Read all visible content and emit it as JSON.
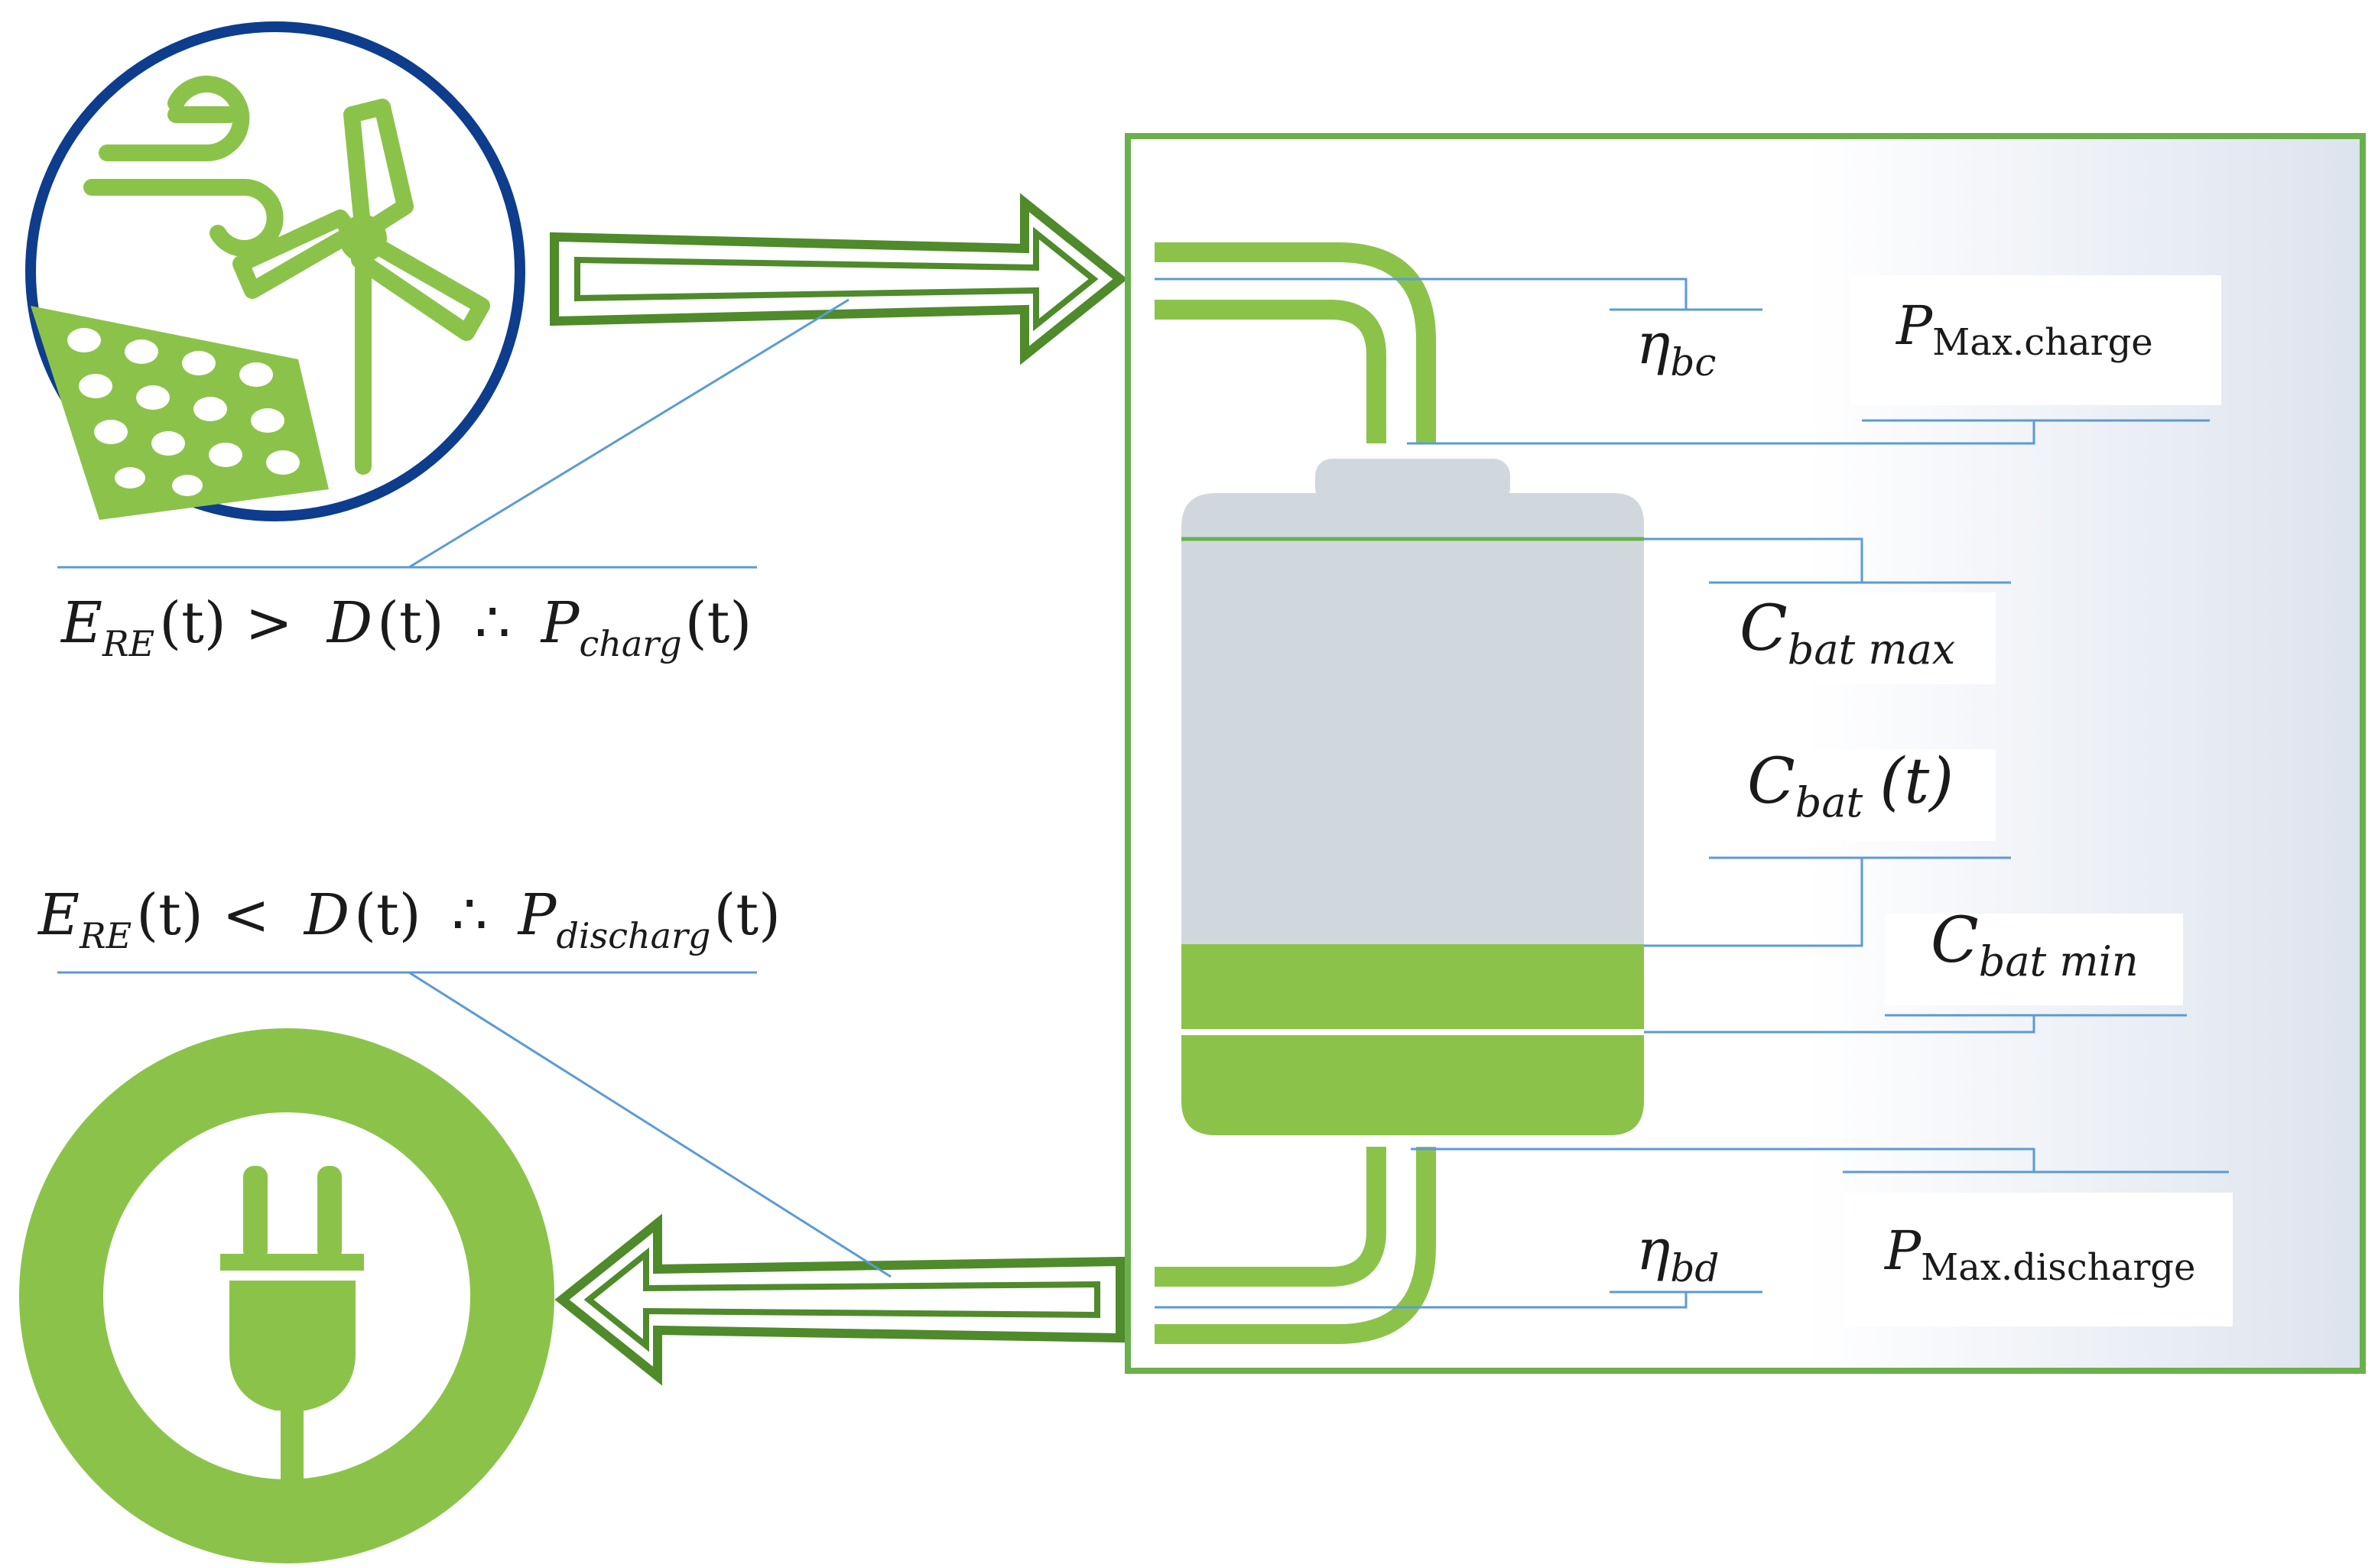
{
  "colors": {
    "green": "#8bc34a",
    "dark_green": "#4f8a2b",
    "navy": "#0d3d8c",
    "battery_gray": "#d0d8de",
    "leader_blue": "#5b9bd5",
    "panel_border": "#6ab04c"
  },
  "icons": {
    "renewable": "wind-turbine-solar-panel-icon",
    "load": "power-plug-icon"
  },
  "charge_condition": {
    "E": "E",
    "E_sub": "RE",
    "t1": "(t)",
    "op": ">",
    "D": "D",
    "t2": "(t)",
    "therefore": "∴",
    "P": "P",
    "P_sub": "charg",
    "t3": "(t)"
  },
  "discharge_condition": {
    "E": "E",
    "E_sub": "RE",
    "t1": "(t)",
    "op": "<",
    "D": "D",
    "t2": "(t)",
    "therefore": "∴",
    "P": "P",
    "P_sub": "discharg",
    "t3": "(t)"
  },
  "battery_labels": {
    "eta_bc": {
      "sym": "η",
      "sub": "bc"
    },
    "p_max_charge": {
      "sym": "P",
      "sub": "Max.charge"
    },
    "c_bat_max": {
      "sym": "C",
      "sub": "bat max"
    },
    "c_bat_t": {
      "sym": "C",
      "sub": "bat",
      "arg": "(t)"
    },
    "c_bat_min": {
      "sym": "C",
      "sub": "bat min"
    },
    "eta_bd": {
      "sym": "η",
      "sub": "bd"
    },
    "p_max_discharge": {
      "sym": "P",
      "sub": "Max.discharge"
    }
  }
}
